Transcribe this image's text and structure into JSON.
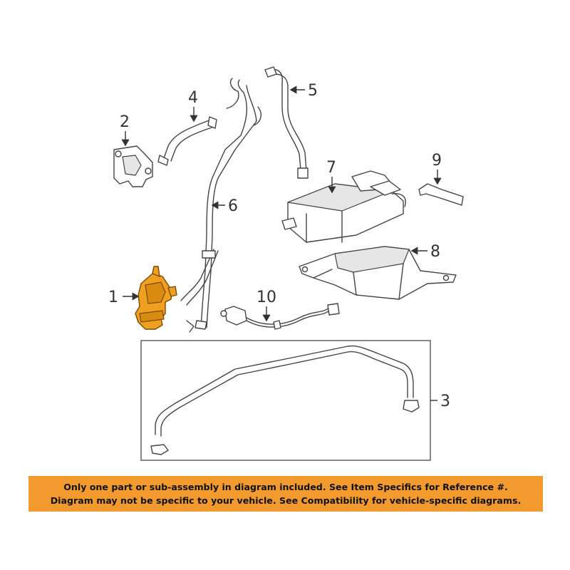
{
  "diagram": {
    "callouts": [
      {
        "id": "1",
        "label": "1"
      },
      {
        "id": "2",
        "label": "2"
      },
      {
        "id": "3",
        "label": "3"
      },
      {
        "id": "4",
        "label": "4"
      },
      {
        "id": "5",
        "label": "5"
      },
      {
        "id": "6",
        "label": "6"
      },
      {
        "id": "7",
        "label": "7"
      },
      {
        "id": "8",
        "label": "8"
      },
      {
        "id": "9",
        "label": "9"
      },
      {
        "id": "10",
        "label": "10"
      }
    ],
    "highlight_color": "#f0a020"
  },
  "disclaimer": {
    "background_color": "#f29a2e",
    "line1": "Only one part or sub-assembly in diagram included. See Item Specifics for Reference #.",
    "line2": "Diagram may not be specific to your vehicle. See Compatibility for vehicle-specific diagrams."
  }
}
